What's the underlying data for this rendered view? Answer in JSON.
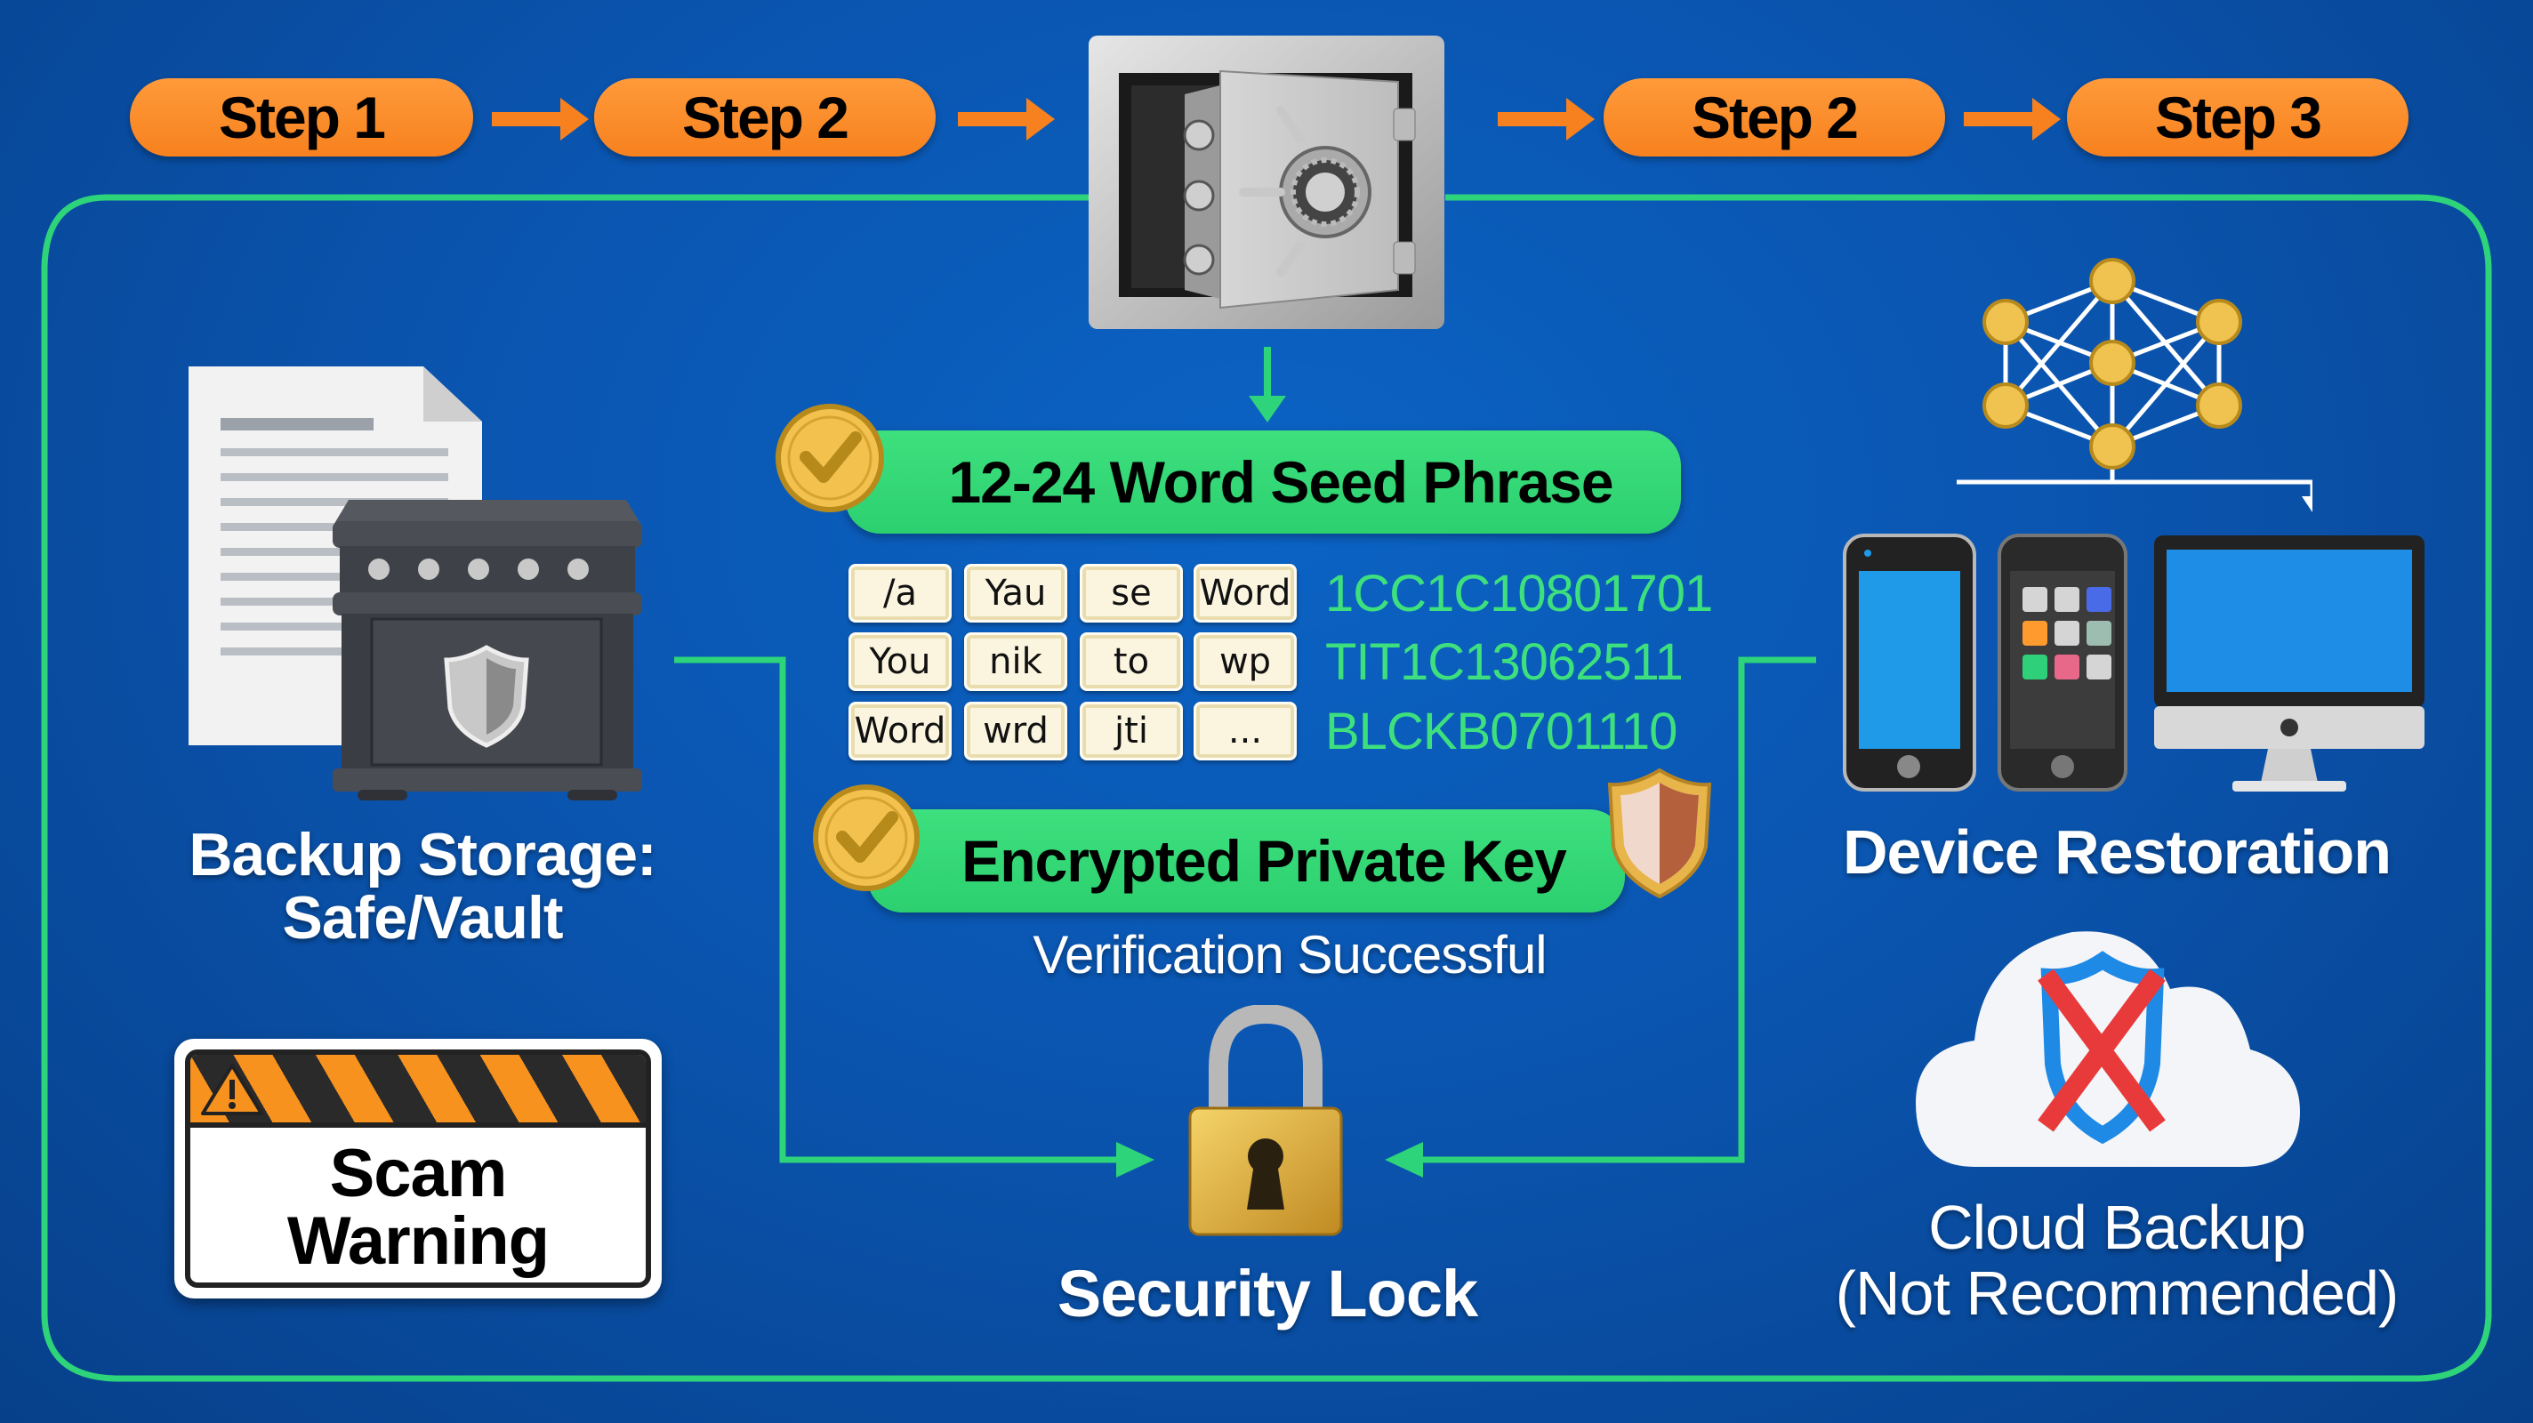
{
  "steps": [
    {
      "label": "Step 1"
    },
    {
      "label": "Step 2"
    },
    {
      "label": "Step 2"
    },
    {
      "label": "Step 3"
    }
  ],
  "center": {
    "seed_banner": "12-24 Word Seed Phrase",
    "seed_words": [
      [
        "/a",
        "Yau",
        "se",
        "Word"
      ],
      [
        "You",
        "nik",
        "to",
        "wp"
      ],
      [
        "Word",
        "wrd",
        "jti",
        "..."
      ]
    ],
    "hash_lines": [
      "1CC1C10801701",
      "TIT1C13062511",
      "BLCKB0701110"
    ],
    "key_banner": "Encrypted Private Key",
    "verification": "Verification Successful",
    "lock_label": "Security Lock"
  },
  "left": {
    "storage_label_line1": "Backup Storage:",
    "storage_label_line2": "Safe/Vault",
    "scam_line1": "Scam",
    "scam_line2": "Warning"
  },
  "right": {
    "restoration_label": "Device Restoration",
    "cloud_label_line1": "Cloud Backup",
    "cloud_label_line2": "(Not Recommended)"
  },
  "colors": {
    "background": "#0a55b0",
    "accent_orange": "#f7811e",
    "accent_green": "#2cd06f",
    "hash_green": "#3ee07e",
    "danger_red": "#e83a3a"
  }
}
